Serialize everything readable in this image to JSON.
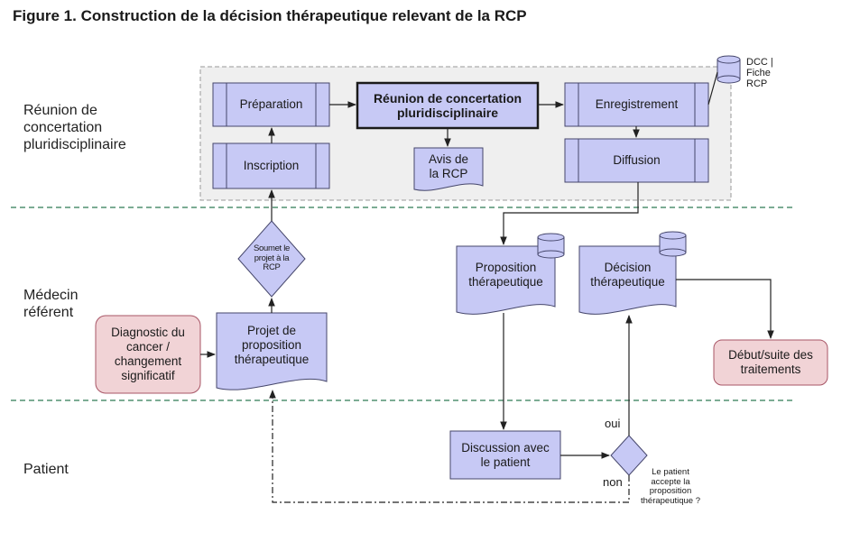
{
  "title": "Figure 1. Construction de la décision thérapeutique relevant de la RCP",
  "lanes": {
    "rcp": [
      "Réunion de",
      "concertation",
      "pluridisciplinaire"
    ],
    "medecin": [
      "Médecin",
      "référent"
    ],
    "patient": [
      "Patient"
    ]
  },
  "nodes": {
    "preparation": "Préparation",
    "inscription": "Inscription",
    "reunion": [
      "Réunion de concertation",
      "pluridisciplinaire"
    ],
    "avis": [
      "Avis de",
      "la RCP"
    ],
    "enregistrement": "Enregistrement",
    "diffusion": "Diffusion",
    "dcc": [
      "DCC |",
      "Fiche",
      "RCP"
    ],
    "soumet": [
      "Soumet le",
      "projet à la",
      "RCP"
    ],
    "projet": [
      "Projet de",
      "proposition",
      "thérapeutique"
    ],
    "diagnostic": [
      "Diagnostic du",
      "cancer /",
      "changement",
      "significatif"
    ],
    "proposition": [
      "Proposition",
      "thérapeutique"
    ],
    "decision": [
      "Décision",
      "thérapeutique"
    ],
    "debut": [
      "Début/suite des",
      "traitements"
    ],
    "discussion": [
      "Discussion avec",
      "le patient"
    ],
    "accepte": [
      "Le patient",
      "accepte la",
      "proposition",
      "thérapeutique ?"
    ]
  },
  "edge_labels": {
    "oui": "oui",
    "non": "non"
  },
  "colors": {
    "process_fill": "#c7c9f5",
    "process_stroke": "#45466b",
    "alert_fill": "#f1d3d6",
    "alert_stroke": "#a85566",
    "container_fill": "#efefef",
    "lane_divider": "#2e7a55",
    "line": "#222222"
  }
}
